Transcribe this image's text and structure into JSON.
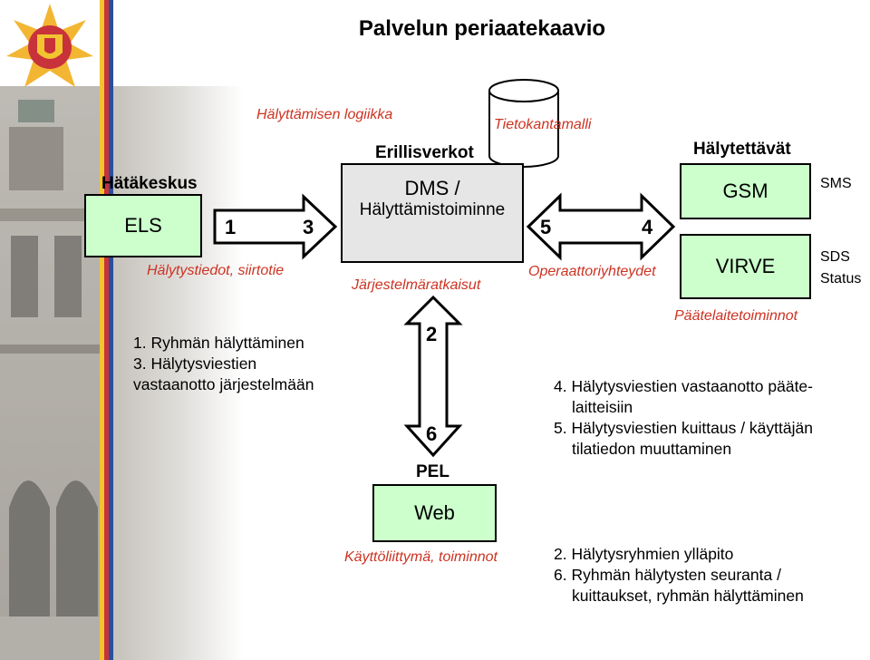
{
  "title": "Palvelun periaatekaavio",
  "left": {
    "hatakeskus": "Hätäkeskus",
    "els": "ELS",
    "hint": "Hälytystiedot, siirtotie"
  },
  "arrow_left": {
    "a": "1",
    "b": "3"
  },
  "center": {
    "hint_top": "Hälyttämisen logiikka",
    "heading": "Erillisverkot",
    "dms_line1": "DMS /",
    "dms_line2": "Hälyttämistoiminne",
    "sys": "Järjestelmäratkaisut"
  },
  "database": {
    "label": "Tietokantamalli"
  },
  "arrow_right": {
    "a": "5",
    "b": "4",
    "label": "Operaattoriyhteydet"
  },
  "right": {
    "heading": "Hälytettävät",
    "gsm": "GSM",
    "virve": "VIRVE",
    "sms": "SMS",
    "sds": "SDS",
    "status": "Status",
    "terminals": "Päätelaitetoiminnot"
  },
  "vertical": {
    "top": "2",
    "bottom": "6",
    "pel": "PEL"
  },
  "web": {
    "label": "Web",
    "hint": "Käyttöliittymä, toiminnot"
  },
  "notes_left": [
    "1. Ryhmän hälyttäminen",
    "3. Hälytysviestien",
    "vastaanotto järjestelmään"
  ],
  "notes_right_a": [
    "4. Hälytysviestien vastaanotto pääte-",
    "laitteisiin",
    "5. Hälytysviestien kuittaus / käyttäjän",
    "tilatiedon muuttaminen"
  ],
  "notes_right_b": [
    "2. Hälytysryhmien ylläpito",
    "6. Ryhmän hälytysten seuranta /",
    "kuittaukset, ryhmän hälyttäminen"
  ],
  "colors": {
    "box_fill": "#ccffcc",
    "arrow_fill": "#ffffff",
    "label_red": "#cc3322",
    "dms_fill": "#e6e6e6",
    "stripe_yellow": "#f2c430",
    "stripe_red": "#c8323a",
    "stripe_blue": "#2a4f9a"
  },
  "icons": [
    "rescue-emblem",
    "database-cylinder"
  ]
}
